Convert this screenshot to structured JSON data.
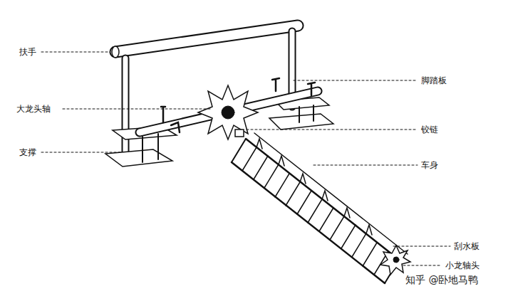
{
  "diagram": {
    "labels": [
      "扶手",
      "大龙头轴",
      "支撑",
      "脚踏板",
      "铰链",
      "车身",
      "刮水板",
      "小龙轴头",
      "知乎 @卧地马鸭"
    ]
  }
}
